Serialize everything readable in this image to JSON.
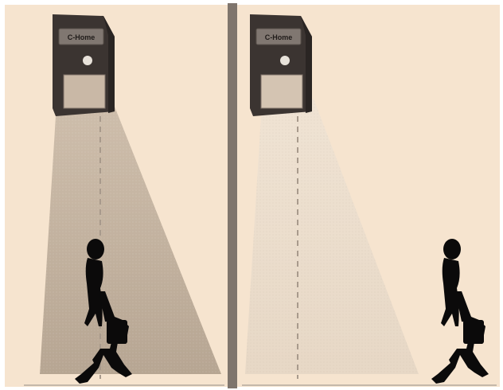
{
  "colors": {
    "background": "#f6e4cf",
    "frame": "#ffffff",
    "divider": "#7f756d",
    "beam_on": "#b9a997",
    "beam_off": "#e9dccc",
    "lamp_body": "#3b3431",
    "lamp_panel": "#807771",
    "lamp_lens_on": "#c9b8a6",
    "lamp_lens_off": "#d4c4b2",
    "silhouette": "#0b0a0a",
    "dashed_line": "#a89a8c",
    "ground": "#c4b8aa"
  },
  "panels": [
    {
      "id": "left",
      "state": "light-on-person-in-beam",
      "icons": [
        "solar-motion-light-icon",
        "walking-person-icon"
      ]
    },
    {
      "id": "right",
      "state": "light-dim-person-out-of-beam",
      "icons": [
        "solar-motion-light-icon",
        "walking-person-icon"
      ]
    }
  ],
  "lamp": {
    "brand_text": "C-Home"
  }
}
